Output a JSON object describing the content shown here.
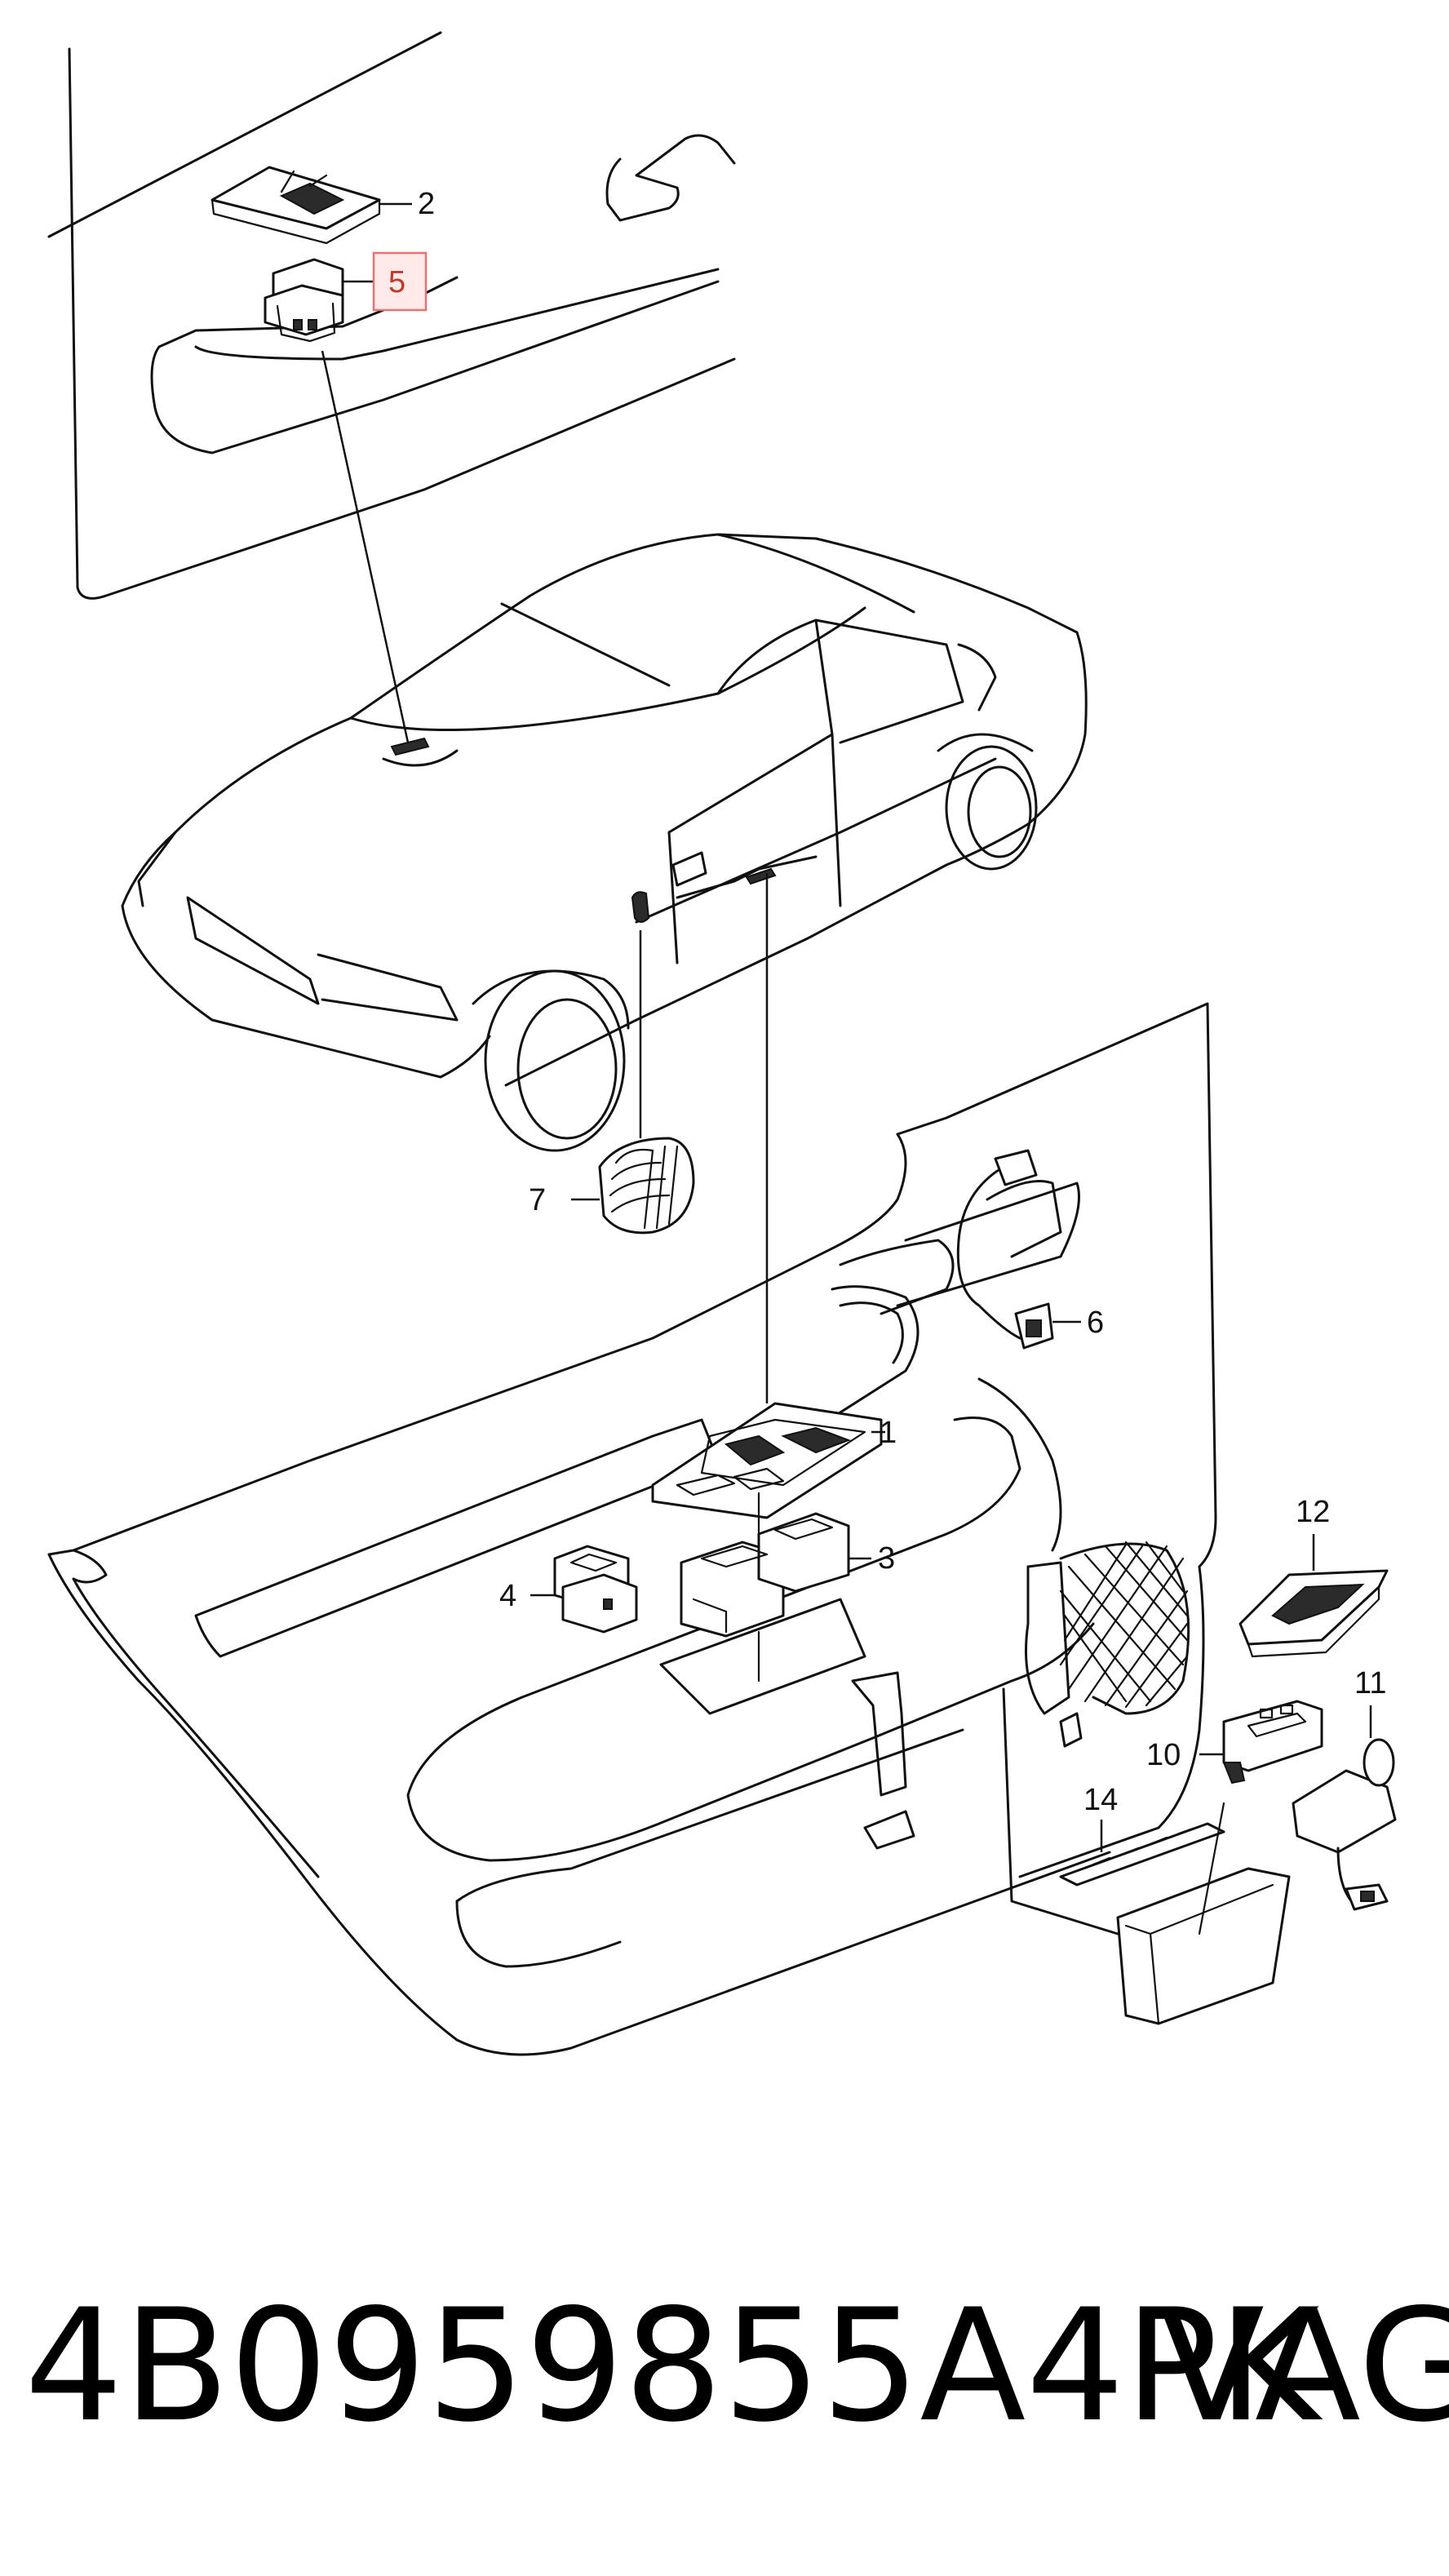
{
  "callouts": {
    "c1": "1",
    "c2": "2",
    "c3": "3",
    "c4": "4",
    "c5": "5",
    "c6": "6",
    "c7": "7",
    "c10": "10",
    "c11": "11",
    "c12": "12",
    "c14": "14"
  },
  "highlight_color": "#e57373",
  "footer": {
    "part_number": "4B0959855A4PK",
    "brand": "VAG"
  }
}
